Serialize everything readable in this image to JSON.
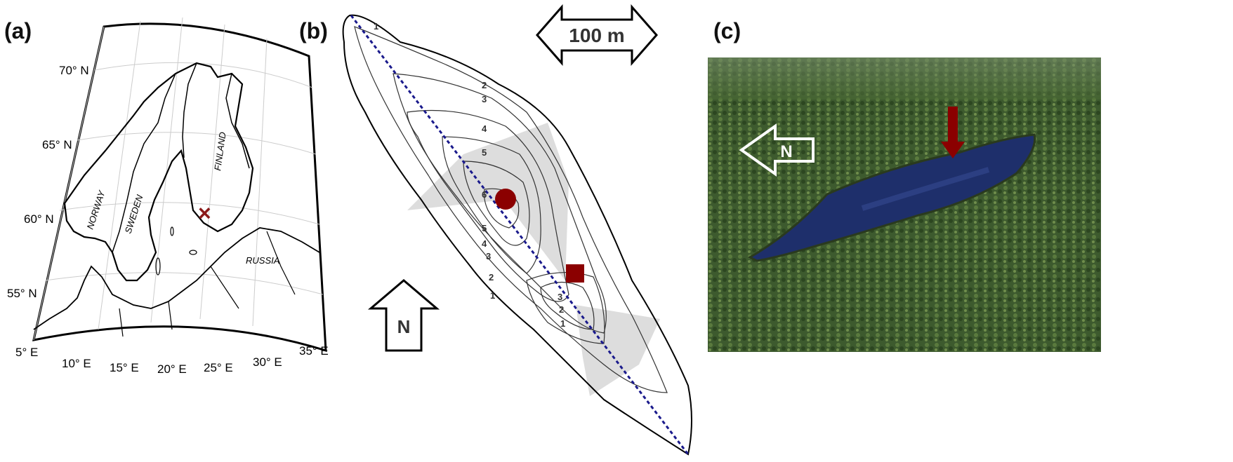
{
  "panel_a": {
    "label": "(a)",
    "lat_labels": [
      "70° N",
      "65° N",
      "60° N",
      "55° N"
    ],
    "lon_labels": [
      "5° E",
      "10° E",
      "15° E",
      "20° E",
      "25° E",
      "30° E",
      "35° E"
    ],
    "countries": [
      "NORWAY",
      "SWEDEN",
      "FINLAND",
      "RUSSIA"
    ],
    "marker": "×",
    "marker_color": "#8b1a1a"
  },
  "panel_b": {
    "label": "(b)",
    "scale_text": "100 m",
    "north_text": "N",
    "contour_labels": [
      "1",
      "2",
      "3",
      "4",
      "5",
      "6",
      "5",
      "4",
      "3",
      "2",
      "1",
      "3",
      "2",
      "1"
    ],
    "marker_color": "#8b0000",
    "transect_color": "#1a1a8c",
    "sector_color": "#d9d9d9"
  },
  "panel_c": {
    "label": "(c)",
    "north_text": "N",
    "arrow_color": "#8b0000",
    "forest_color": "#3d5a2e",
    "lake_color": "#1e2f6b"
  }
}
